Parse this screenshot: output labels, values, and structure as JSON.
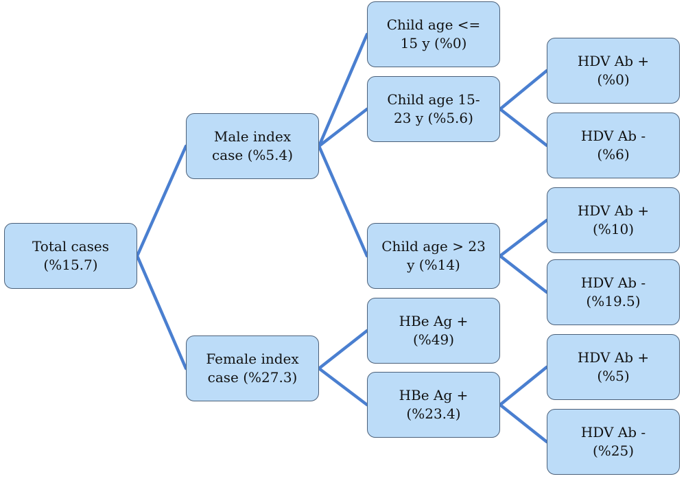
{
  "colors": {
    "node_fill": "#bcdcf8",
    "node_border": "#4a5f78",
    "connector": "#4a7fd0"
  },
  "nodes": {
    "total": {
      "line1": "Total cases",
      "line2": "(%15.7)"
    },
    "male": {
      "line1": "Male index",
      "line2": "case (%5.4)"
    },
    "female": {
      "line1": "Female index",
      "line2": "case (%27.3)"
    },
    "child_le15": {
      "line1": "Child age <=",
      "line2": "15 y (%0)"
    },
    "child_15_23": {
      "line1": "Child age 15-",
      "line2": "23 y (%5.6)"
    },
    "child_gt23": {
      "line1": "Child age > 23",
      "line2": "y (%14)"
    },
    "hbeag_1": {
      "line1": "HBe Ag +",
      "line2": "(%49)"
    },
    "hbeag_2": {
      "line1": "HBe Ag +",
      "line2": "(%23.4)"
    },
    "hdv_1": {
      "line1": "HDV Ab +",
      "line2": "(%0)"
    },
    "hdv_2": {
      "line1": "HDV Ab -",
      "line2": "(%6)"
    },
    "hdv_3": {
      "line1": "HDV Ab +",
      "line2": "(%10)"
    },
    "hdv_4": {
      "line1": "HDV Ab -",
      "line2": "(%19.5)"
    },
    "hdv_5": {
      "line1": "HDV Ab +",
      "line2": "(%5)"
    },
    "hdv_6": {
      "line1": "HDV Ab -",
      "line2": "(%25)"
    }
  },
  "edges": [
    [
      "total",
      "male"
    ],
    [
      "total",
      "female"
    ],
    [
      "male",
      "child_le15"
    ],
    [
      "male",
      "child_15_23"
    ],
    [
      "male",
      "child_gt23"
    ],
    [
      "female",
      "hbeag_1"
    ],
    [
      "female",
      "hbeag_2"
    ],
    [
      "child_15_23",
      "hdv_1"
    ],
    [
      "child_15_23",
      "hdv_2"
    ],
    [
      "child_gt23",
      "hdv_3"
    ],
    [
      "child_gt23",
      "hdv_4"
    ],
    [
      "hbeag_2",
      "hdv_5"
    ],
    [
      "hbeag_2",
      "hdv_6"
    ]
  ]
}
